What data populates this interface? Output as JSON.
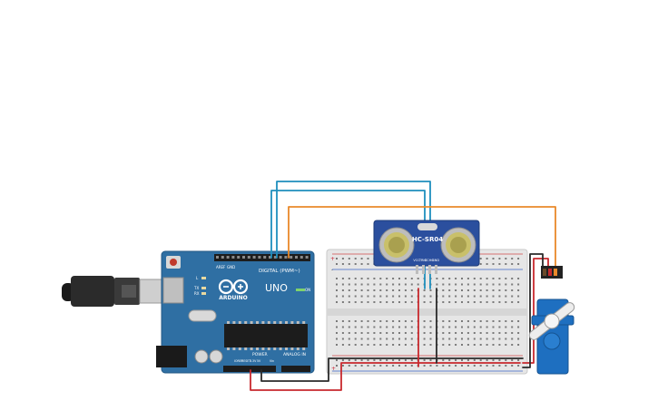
{
  "arduino": {
    "digital_label": "DIGITAL (PWM~)",
    "brand_label": "ARDUINO",
    "model_label": "UNO",
    "power_label": "POWER",
    "analog_label": "ANALOG IN",
    "aref_label": "AREF",
    "gnd_label": "GND",
    "tx_label": "TX",
    "rx_label": "RX",
    "l_label": "L",
    "on_label": "ON",
    "ioref_label": "IOREF",
    "reset_label": "RESET",
    "v33_label": "3.3V",
    "v5_label": "5V",
    "vin_label": "Vin"
  },
  "sensor": {
    "model_label": "HC-SR04",
    "pin_labels": [
      "VCC",
      "TRIG",
      "ECHO",
      "GND"
    ]
  },
  "breadboard": {
    "plus_label": "+",
    "minus_label": "-"
  },
  "colors": {
    "board_blue": "#2f6fa3",
    "sensor_blue": "#2b4f9e",
    "wire_cyan": "#1f8fbd",
    "wire_orange": "#e9892a",
    "wire_red": "#c8292e",
    "wire_black": "#2a2a2a",
    "servo_blue": "#1e6fc0"
  }
}
